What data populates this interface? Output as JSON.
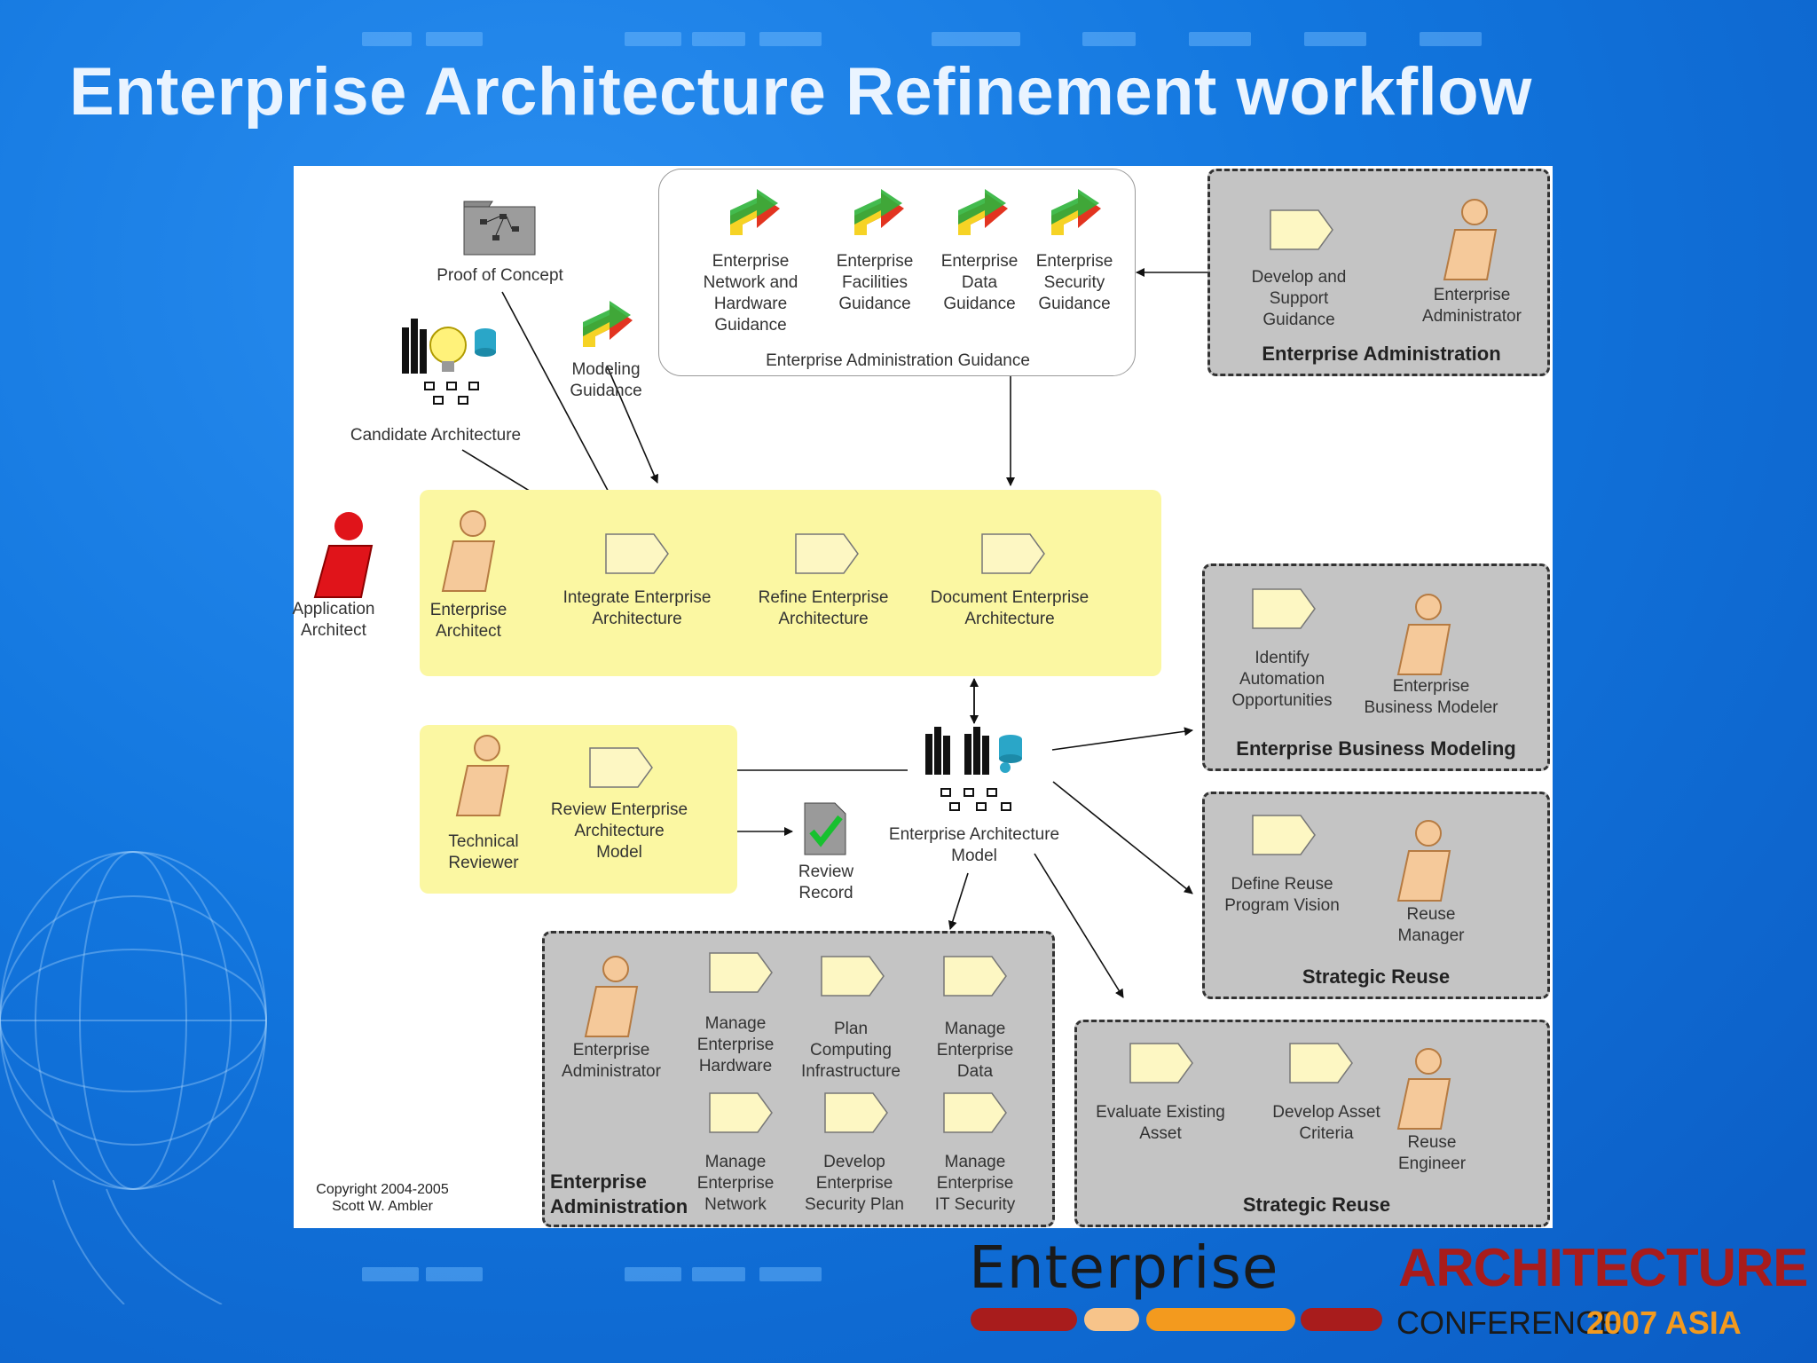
{
  "title": "Enterprise Architecture Refinement workflow",
  "copyright": {
    "line1": "Copyright 2004-2005",
    "line2": "Scott W. Ambler"
  },
  "artifacts": {
    "proof_of_concept": "Proof of Concept",
    "candidate_architecture": "Candidate Architecture",
    "modeling_guidance": [
      "Modeling",
      "Guidance"
    ],
    "ea_model": [
      "Enterprise Architecture",
      "Model"
    ],
    "review_record": [
      "Review",
      "Record"
    ]
  },
  "guidance_box": {
    "label": "Enterprise Administration Guidance",
    "items": [
      [
        "Enterprise",
        "Network and",
        "Hardware",
        "Guidance"
      ],
      [
        "Enterprise",
        "Facilities",
        "Guidance"
      ],
      [
        "Enterprise",
        "Data",
        "Guidance"
      ],
      [
        "Enterprise",
        "Security",
        "Guidance"
      ]
    ]
  },
  "ea_admin_top": {
    "title": "Enterprise Administration",
    "activity": [
      "Develop and",
      "Support",
      "Guidance"
    ],
    "role": [
      "Enterprise",
      "Administrator"
    ]
  },
  "application_architect": [
    "Application",
    "Architect"
  ],
  "main_yellow": {
    "role": [
      "Enterprise",
      "Architect"
    ],
    "activities": [
      [
        "Integrate Enterprise",
        "Architecture"
      ],
      [
        "Refine Enterprise",
        "Architecture"
      ],
      [
        "Document Enterprise",
        "Architecture"
      ]
    ]
  },
  "review_yellow": {
    "role": [
      "Technical",
      "Reviewer"
    ],
    "activity": [
      "Review Enterprise",
      "Architecture",
      "Model"
    ]
  },
  "business_modeling": {
    "title": "Enterprise Business Modeling",
    "activity": [
      "Identify",
      "Automation",
      "Opportunities"
    ],
    "role": [
      "Enterprise",
      "Business Modeler"
    ]
  },
  "strategic_reuse_1": {
    "title": "Strategic Reuse",
    "activity": [
      "Define Reuse",
      "Program Vision"
    ],
    "role": [
      "Reuse",
      "Manager"
    ]
  },
  "strategic_reuse_2": {
    "title": "Strategic Reuse",
    "activities": [
      [
        "Evaluate Existing",
        "Asset"
      ],
      [
        "Develop Asset",
        "Criteria"
      ]
    ],
    "role": [
      "Reuse",
      "Engineer"
    ]
  },
  "ea_admin_bottom": {
    "title": [
      "Enterprise",
      "Administration"
    ],
    "role": [
      "Enterprise",
      "Administrator"
    ],
    "activities": [
      [
        "Manage",
        "Enterprise",
        "Hardware"
      ],
      [
        "Plan",
        "Computing",
        "Infrastructure"
      ],
      [
        "Manage",
        "Enterprise",
        "Data"
      ],
      [
        "Manage",
        "Enterprise",
        "Network"
      ],
      [
        "Develop",
        "Enterprise",
        "Security Plan"
      ],
      [
        "Manage",
        "Enterprise",
        "IT Security"
      ]
    ]
  },
  "logo": {
    "enterprise": "Enterprise",
    "architecture": "ARCHITECTURE",
    "conference": "CONFERENCE",
    "year_place": "2007 ASIA"
  },
  "colors": {
    "background": "#1276de",
    "title": "#eaf4ff",
    "yellow_box": "#fbf7a2",
    "grey_box": "#c4c4c4",
    "activity_fill": "#fdf7c3",
    "role_fill": "#f5c99a",
    "app_architect": "#e0141a",
    "logo_red": "#a81c1c",
    "logo_orange": "#f39a1e",
    "logo_peach": "#f7c48a"
  }
}
